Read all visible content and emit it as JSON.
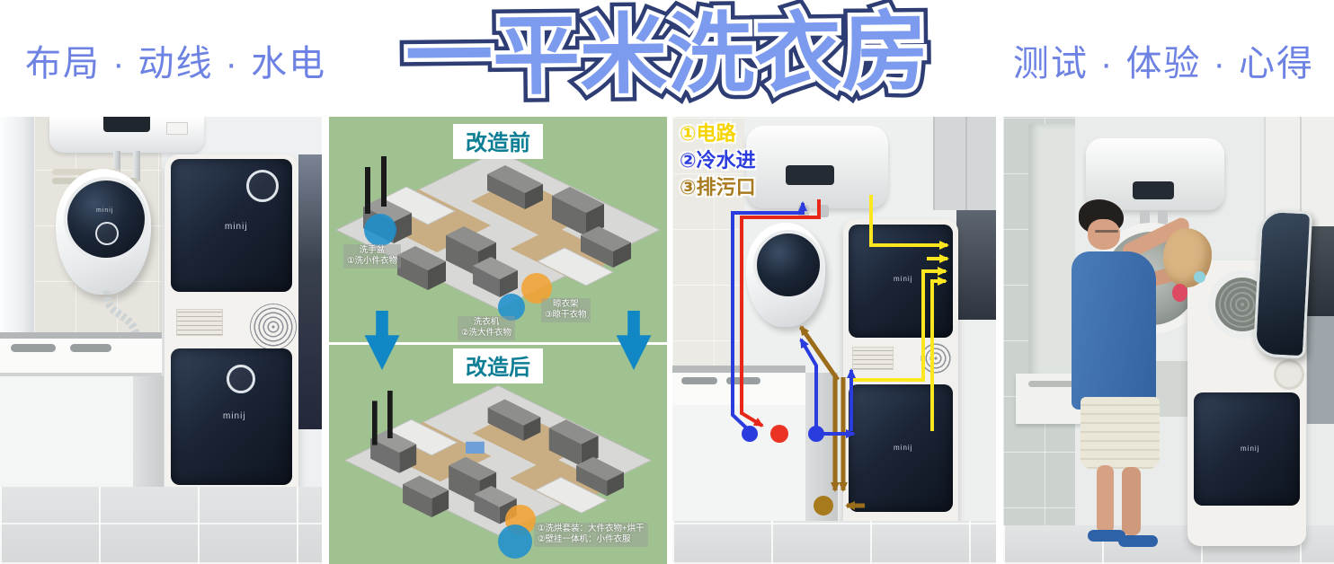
{
  "header": {
    "left_tagline": "布局 · 动线 · 水电",
    "title": "一平米洗衣房",
    "right_tagline": "测试 · 体验 · 心得",
    "title_fill_color": "#7d9bee",
    "title_outline_color": "#2e3d74",
    "tagline_color": "#6d82e2"
  },
  "brand": "minij",
  "diagram": {
    "bg_color": "#a0c291",
    "label_color": "#0b7e95",
    "before_label": "改造前",
    "after_label": "改造后",
    "before_annotations": {
      "sink_title": "洗手盆",
      "sink_desc": "①洗小件衣物",
      "washer_title": "洗衣机",
      "washer_desc": "②洗大件衣物",
      "rack_title": "晾衣架",
      "rack_desc": "③晾干衣物"
    },
    "after_annotations": {
      "line1": "①洗烘套装：大件衣物+烘干",
      "line2": "②壁挂一体机：小件衣服"
    },
    "arrow_color": "#1287c6"
  },
  "plumbing": {
    "legend": [
      {
        "label": "①电路",
        "color": "#ffe71f"
      },
      {
        "label": "②冷水进",
        "color": "#2b3cdf"
      },
      {
        "label": "③排污口",
        "color": "#a87a1e"
      }
    ]
  }
}
